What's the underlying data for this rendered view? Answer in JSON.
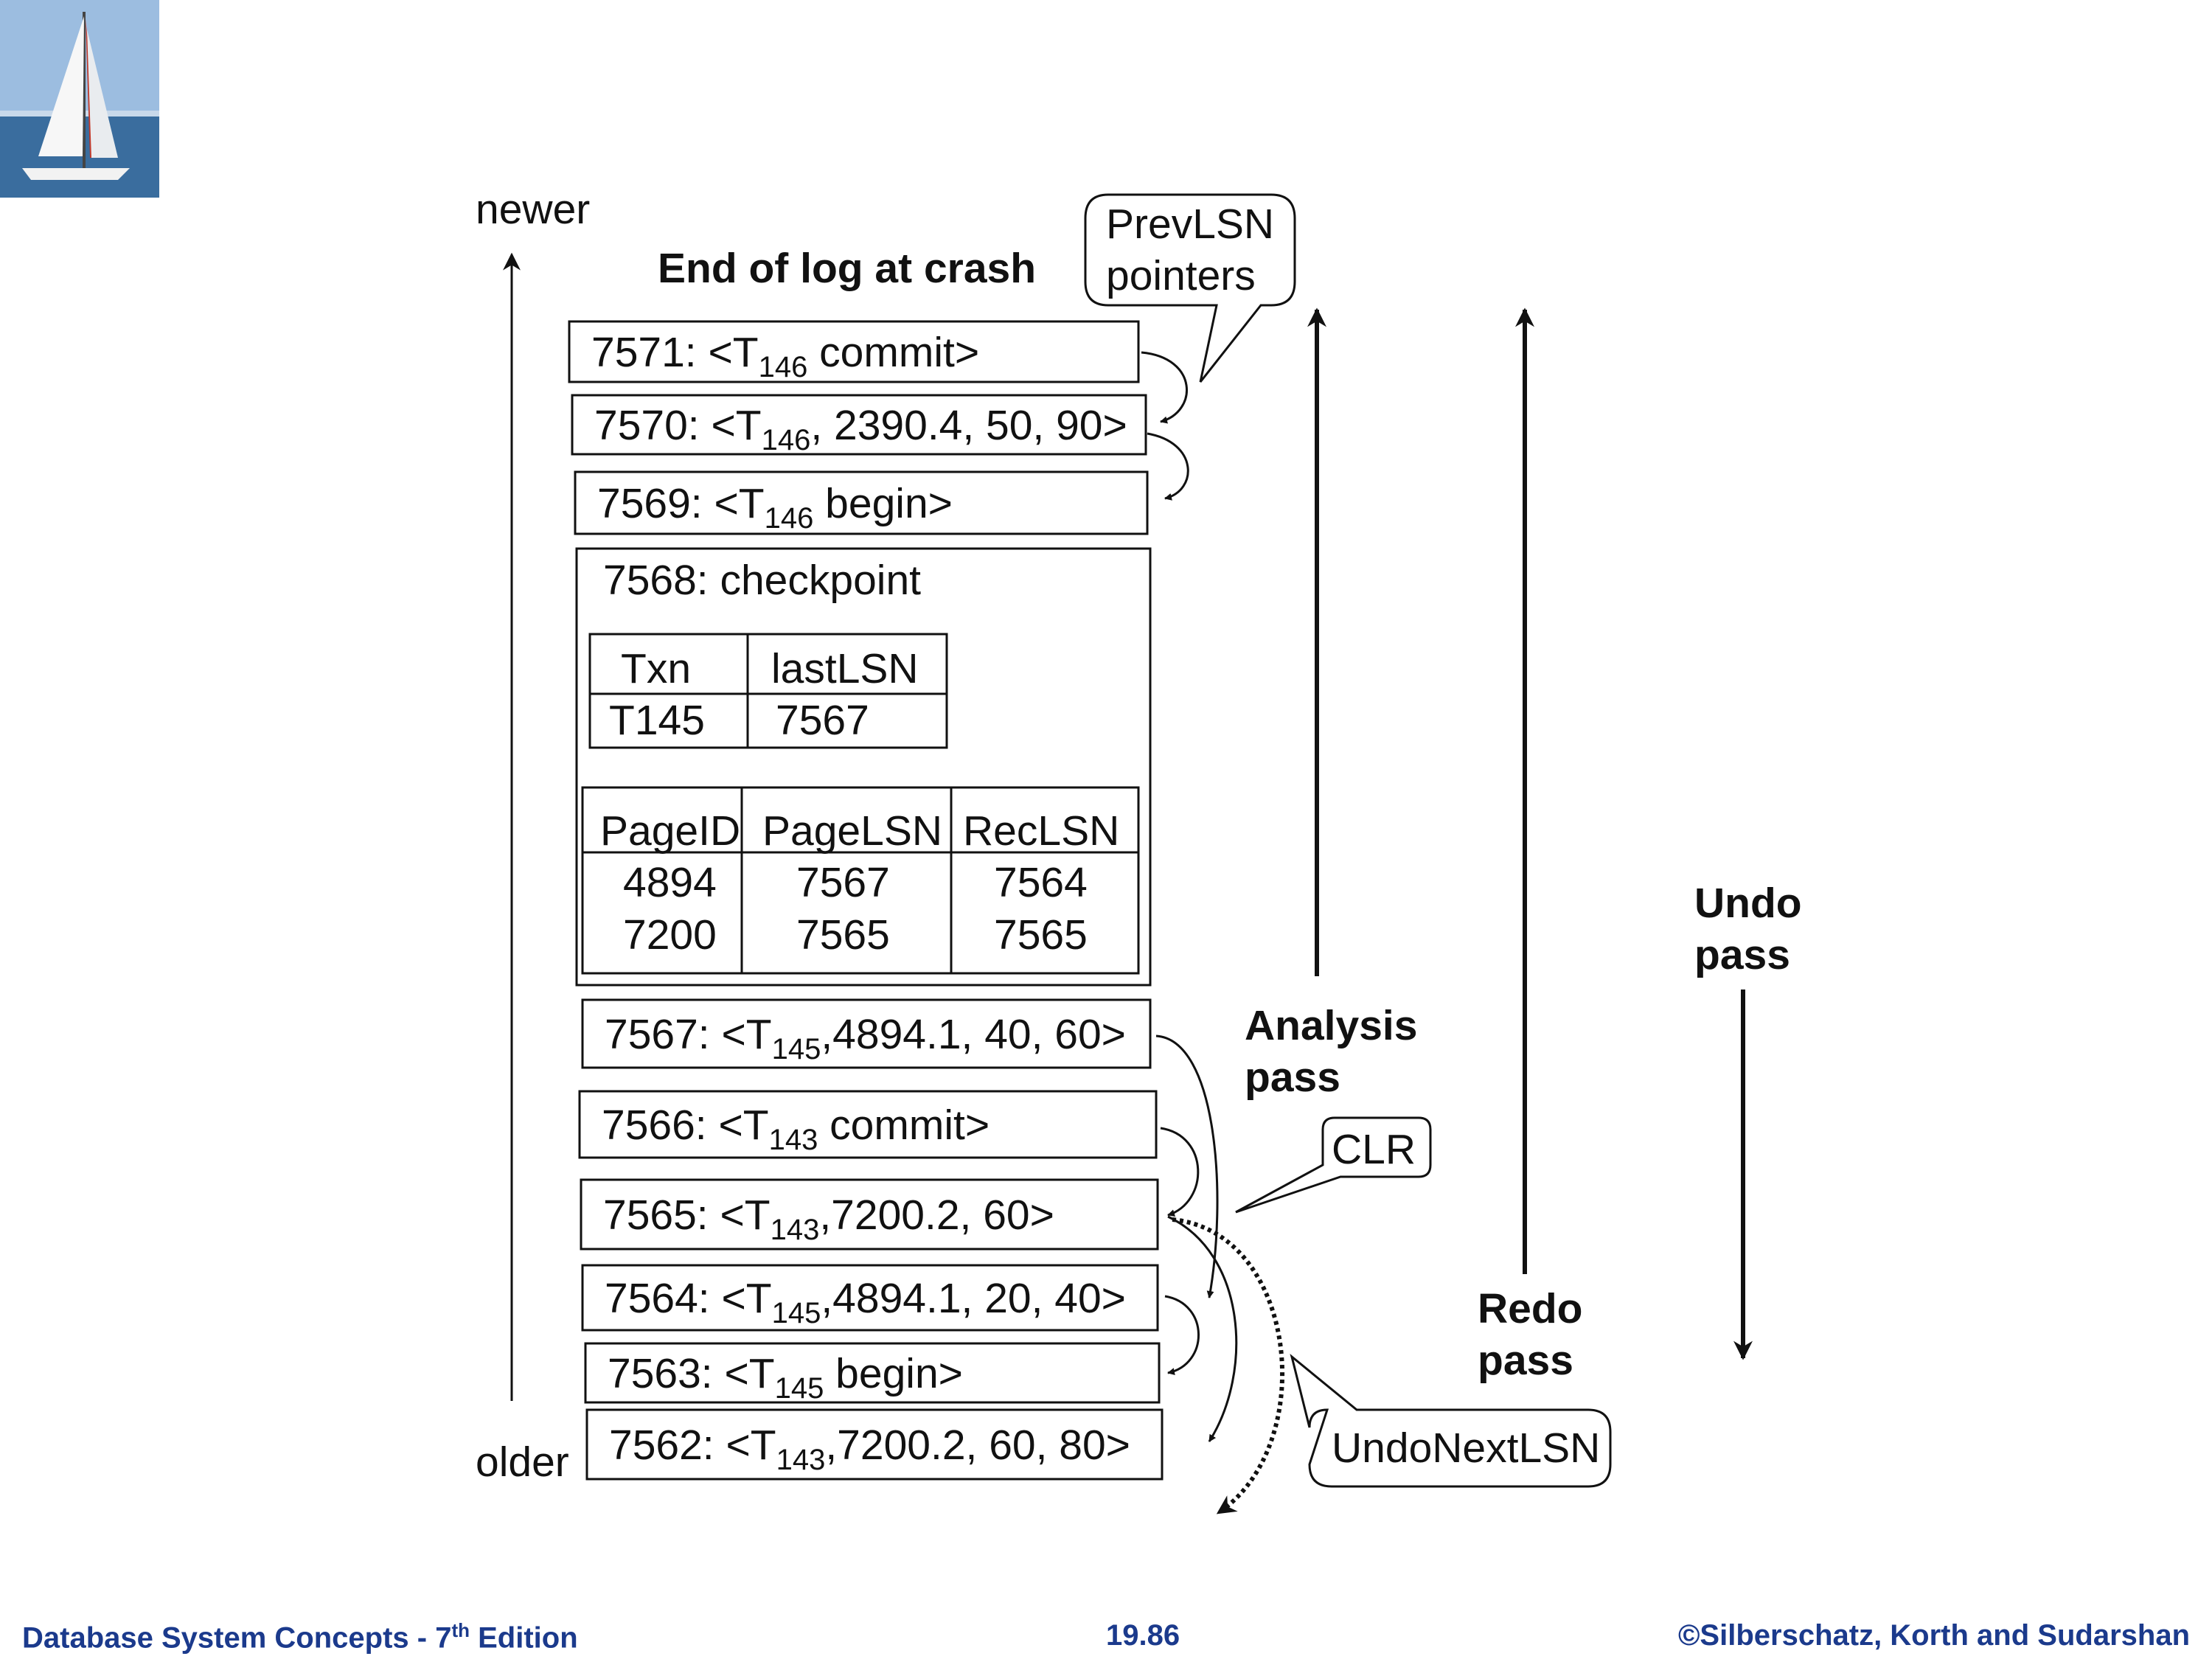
{
  "diagram": {
    "labels": {
      "newer": "newer",
      "older": "older",
      "end_of_log": "End of log at crash",
      "prevlsn_callout": [
        "PrevLSN",
        "pointers"
      ],
      "clr_callout": "CLR",
      "undonextlsn_callout": "UndoNextLSN",
      "analysis_pass": [
        "Analysis",
        "pass"
      ],
      "redo_pass": [
        "Redo",
        "pass"
      ],
      "undo_pass": [
        "Undo",
        "pass"
      ]
    },
    "log_records": [
      {
        "lsn": "7571",
        "txn_sub": "146",
        "rest": " commit>"
      },
      {
        "lsn": "7570",
        "txn_sub": "146",
        "rest": ", 2390.4, 50, 90>"
      },
      {
        "lsn": "7569",
        "txn_sub": "146",
        "rest": " begin>"
      },
      {
        "lsn": "7567",
        "txn_sub": "145",
        "rest": ",4894.1, 40, 60>"
      },
      {
        "lsn": "7566",
        "txn_sub": "143",
        "rest": " commit>"
      },
      {
        "lsn": "7565",
        "txn_sub": "143",
        "rest": ",7200.2, 60>"
      },
      {
        "lsn": "7564",
        "txn_sub": "145",
        "rest": ",4894.1, 20, 40>"
      },
      {
        "lsn": "7563",
        "txn_sub": "145",
        "rest": " begin>"
      },
      {
        "lsn": "7562",
        "txn_sub": "143",
        "rest": ",7200.2, 60, 80>"
      }
    ],
    "checkpoint": {
      "title": "7568: checkpoint",
      "txn_table": {
        "headers": [
          "Txn",
          "lastLSN"
        ],
        "rows": [
          [
            "T145",
            "7567"
          ]
        ]
      },
      "dirty_page_table": {
        "headers": [
          "PageID",
          "PageLSN",
          "RecLSN"
        ],
        "rows": [
          [
            "4894",
            "7567",
            "7564"
          ],
          [
            "7200",
            "7565",
            "7565"
          ]
        ]
      }
    }
  },
  "footer": {
    "left_main": "Database System Concepts - 7",
    "left_sup": "th",
    "left_tail": " Edition",
    "center": "19.86",
    "right": "©Silberschatz, Korth and Sudarshan"
  },
  "colors": {
    "footer_text": "#1b3a8c",
    "sky": "#8fb3d9",
    "sea": "#2c5d8f",
    "sail_red": "#c0392b"
  }
}
